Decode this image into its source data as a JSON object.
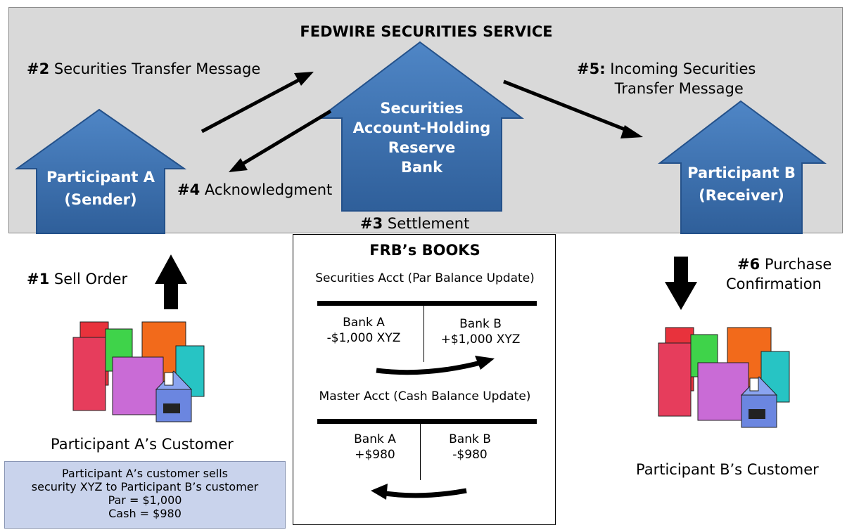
{
  "service": {
    "title": "FEDWIRE SECURITIES SERVICE",
    "step2": {
      "num": "#2",
      "text": "Securities Transfer Message"
    },
    "step4": {
      "num": "#4",
      "text": "Acknowledgment"
    },
    "step5": {
      "num": "#5:",
      "text": "Incoming Securities",
      "text2": "Transfer Message"
    },
    "step3": {
      "num": "#3",
      "text": "Settlement"
    },
    "reserve_bank": {
      "line1": "Securities",
      "line2": "Account-Holding",
      "line3": "Reserve",
      "line4": "Bank"
    },
    "participant_a": {
      "line1": "Participant A",
      "line2": "(Sender)"
    },
    "participant_b": {
      "line1": "Participant B",
      "line2": "(Receiver)"
    }
  },
  "left": {
    "step1": {
      "num": "#1",
      "text": "Sell Order"
    },
    "customer_label": "Participant A’s  Customer",
    "note": {
      "line1": "Participant A’s customer sells",
      "line2": "security XYZ to Participant B’s customer",
      "line3": "Par = $1,000",
      "line4": "Cash = $980"
    }
  },
  "right": {
    "step6": {
      "num": "#6",
      "text": "Purchase",
      "text2": "Confirmation"
    },
    "customer_label": "Participant B’s Customer"
  },
  "books": {
    "title": "FRB’s BOOKS",
    "securities_header": "Securities Acct (Par Balance Update)",
    "sec_left": {
      "name": "Bank A",
      "value": "-$1,000 XYZ"
    },
    "sec_right": {
      "name": "Bank B",
      "value": "+$1,000 XYZ"
    },
    "master_header": "Master Acct (Cash Balance Update)",
    "cash_left": {
      "name": "Bank A",
      "value": "+$980"
    },
    "cash_right": {
      "name": "Bank B",
      "value": "-$980"
    }
  },
  "colors": {
    "house_fill": "#3e73b3",
    "house_stroke": "#24518a",
    "panel": "#d9d9d9",
    "note": "#c9d3ec"
  }
}
